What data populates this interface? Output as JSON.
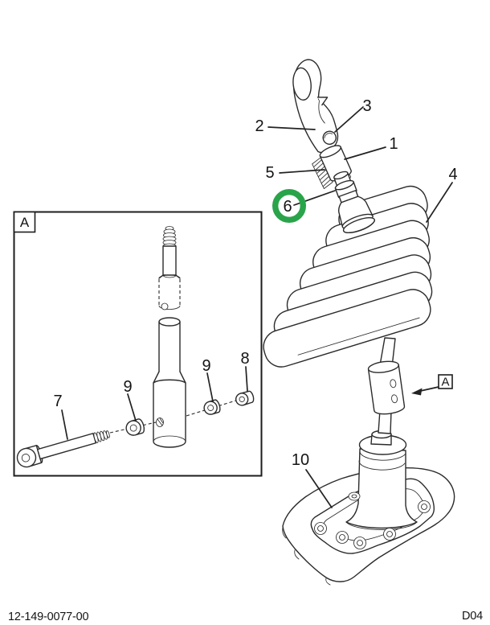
{
  "figure": {
    "type": "exploded-parts-diagram",
    "colors": {
      "highlight": "#2aa44a",
      "line": "#2b2b2b",
      "background": "#ffffff"
    },
    "callouts": {
      "part1": "1",
      "part2": "2",
      "part3": "3",
      "part4": "4",
      "part5": "5",
      "part6": "6",
      "part7": "7",
      "part8": "8",
      "part9_left": "9",
      "part9_right": "9",
      "part10": "10"
    },
    "highlight": {
      "highlighted_part": "6"
    },
    "detail_view": {
      "label": "A"
    },
    "reference_marker": {
      "label": "A"
    },
    "footer": {
      "part_number": "12-149-0077-00",
      "page_code": "D04"
    }
  }
}
